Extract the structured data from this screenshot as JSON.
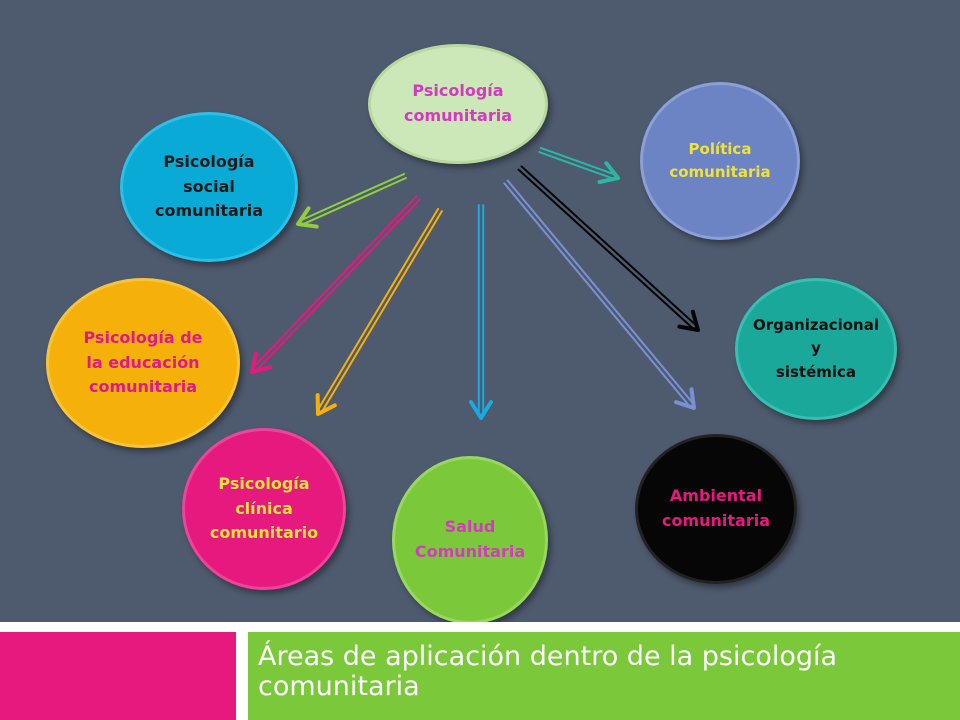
{
  "diagram": {
    "center": {
      "lines": [
        "Psicología",
        "comunitaria"
      ]
    },
    "nodes": {
      "politica": {
        "lines": [
          "Política",
          "comunitaria"
        ]
      },
      "social": {
        "lines": [
          "Psicología",
          "social",
          "comunitaria"
        ]
      },
      "organizacional": {
        "lines": [
          "Organizacional y",
          "sistémica"
        ]
      },
      "educacion": {
        "lines": [
          "Psicología de",
          "la educación",
          "comunitaria"
        ]
      },
      "clinica": {
        "lines": [
          "Psicología",
          "clínica",
          "comunitario"
        ]
      },
      "salud": {
        "lines": [
          "Salud",
          "Comunitaria"
        ]
      },
      "ambiental": {
        "lines": [
          "Ambiental",
          "comunitaria"
        ]
      }
    },
    "arrow_colors": {
      "politica": "#2ab7a6",
      "social": "#8fce3e",
      "educacion": "#e5197e",
      "clinica": "#f5b10a",
      "salud": "#1aa9e0",
      "ambiental": "#7a90d6",
      "organizacional": "#050505"
    }
  },
  "footer": {
    "title": "Áreas de aplicación dentro de la psicología comunitaria",
    "colors": {
      "pink": "#e5197e",
      "green": "#7bc93a"
    }
  }
}
